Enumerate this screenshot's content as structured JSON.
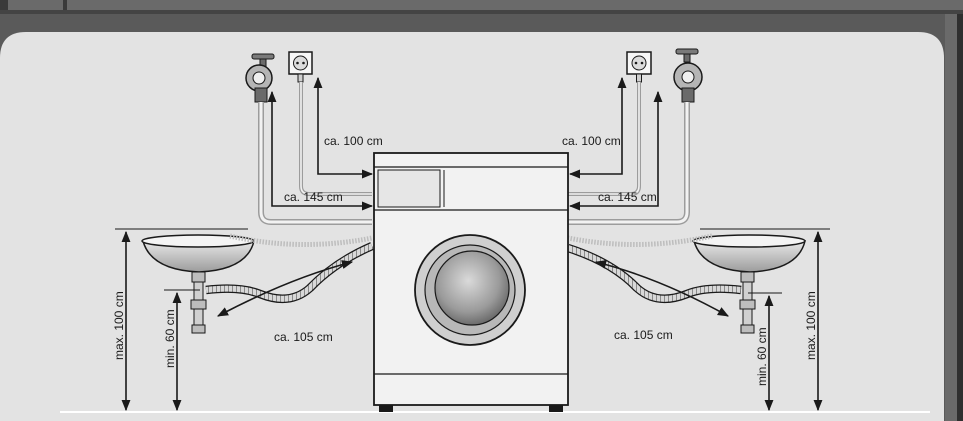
{
  "labels": {
    "left_power": "ca. 100 cm",
    "left_water": "ca. 145 cm",
    "left_drain": "ca. 105 cm",
    "left_max_height": "max. 100 cm",
    "left_min_height": "min. 60 cm",
    "right_power": "ca. 100 cm",
    "right_water": "ca. 145 cm",
    "right_drain": "ca. 105 cm",
    "right_max_height": "max. 100 cm",
    "right_min_height": "min. 60 cm"
  },
  "colors": {
    "background_frame": "#5a5a5a",
    "panel": "#e3e3e3",
    "line": "#1a1a1a",
    "hose": "#bdbdbd",
    "machine": "#f2f2f2"
  },
  "icons": {
    "tap": "water-tap-icon",
    "socket": "power-socket-icon",
    "sink": "sink-icon",
    "machine": "washing-machine-icon"
  }
}
